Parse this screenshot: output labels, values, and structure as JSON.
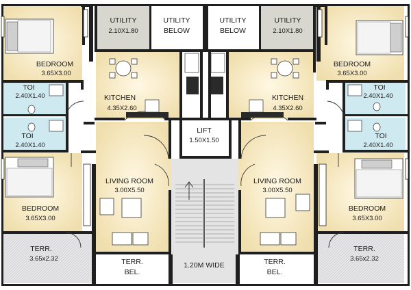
{
  "plan": {
    "rooms": {
      "utility_left": {
        "name": "UTILITY",
        "size": "2.10X1.80"
      },
      "utility_below_left": {
        "name": "UTILITY",
        "line2": "BELOW"
      },
      "utility_below_right": {
        "name": "UTILITY",
        "line2": "BELOW"
      },
      "utility_right": {
        "name": "UTILITY",
        "size": "2.10X1.80"
      },
      "bedroom_top_left": {
        "name": "BEDROOM",
        "size": "3.65X3.00"
      },
      "bedroom_top_right": {
        "name": "BEDROOM",
        "size": "3.65X3.00"
      },
      "kitchen_left": {
        "name": "KITCHEN",
        "size": "4.35X2.60"
      },
      "kitchen_right": {
        "name": "KITCHEN",
        "size": "4.35X2.60"
      },
      "toilet_1": {
        "name": "TOI",
        "size": "2.40X1.40"
      },
      "toilet_2": {
        "name": "TOI",
        "size": "2.40X1.40"
      },
      "toilet_3": {
        "name": "TOI",
        "size": "2.40X1.40"
      },
      "toilet_4": {
        "name": "TOI",
        "size": "2.40X1.40"
      },
      "lift": {
        "name": "LIFT",
        "size": "1.50X1.50"
      },
      "living_left": {
        "name": "LIVING ROOM",
        "size": "3.00X5.50"
      },
      "living_right": {
        "name": "LIVING ROOM",
        "size": "3.00X5.50"
      },
      "bedroom_bottom_left": {
        "name": "BEDROOM",
        "size": "3.65X3.00"
      },
      "bedroom_bottom_right": {
        "name": "BEDROOM",
        "size": "3.65X3.00"
      },
      "terrace_left": {
        "name": "TERR.",
        "size": "3.65x2.32"
      },
      "terrace_right": {
        "name": "TERR.",
        "size": "3.65x2.32"
      },
      "terr_below_left": {
        "name": "TERR.",
        "line2": "BEL."
      },
      "terr_below_right": {
        "name": "TERR.",
        "line2": "BEL."
      },
      "staircase": {
        "name": "1.20M WIDE"
      }
    },
    "colors": {
      "wall": "#1f1f1f",
      "floor": "#f3e6bf",
      "floor_glow": "#fbf3da",
      "toilet": "#cfe9f0",
      "utility": "#d7d7d0",
      "terrace": "#e3e3e6",
      "stair": "#dcdcdc",
      "furniture_dark": "#2a2a2a"
    }
  }
}
